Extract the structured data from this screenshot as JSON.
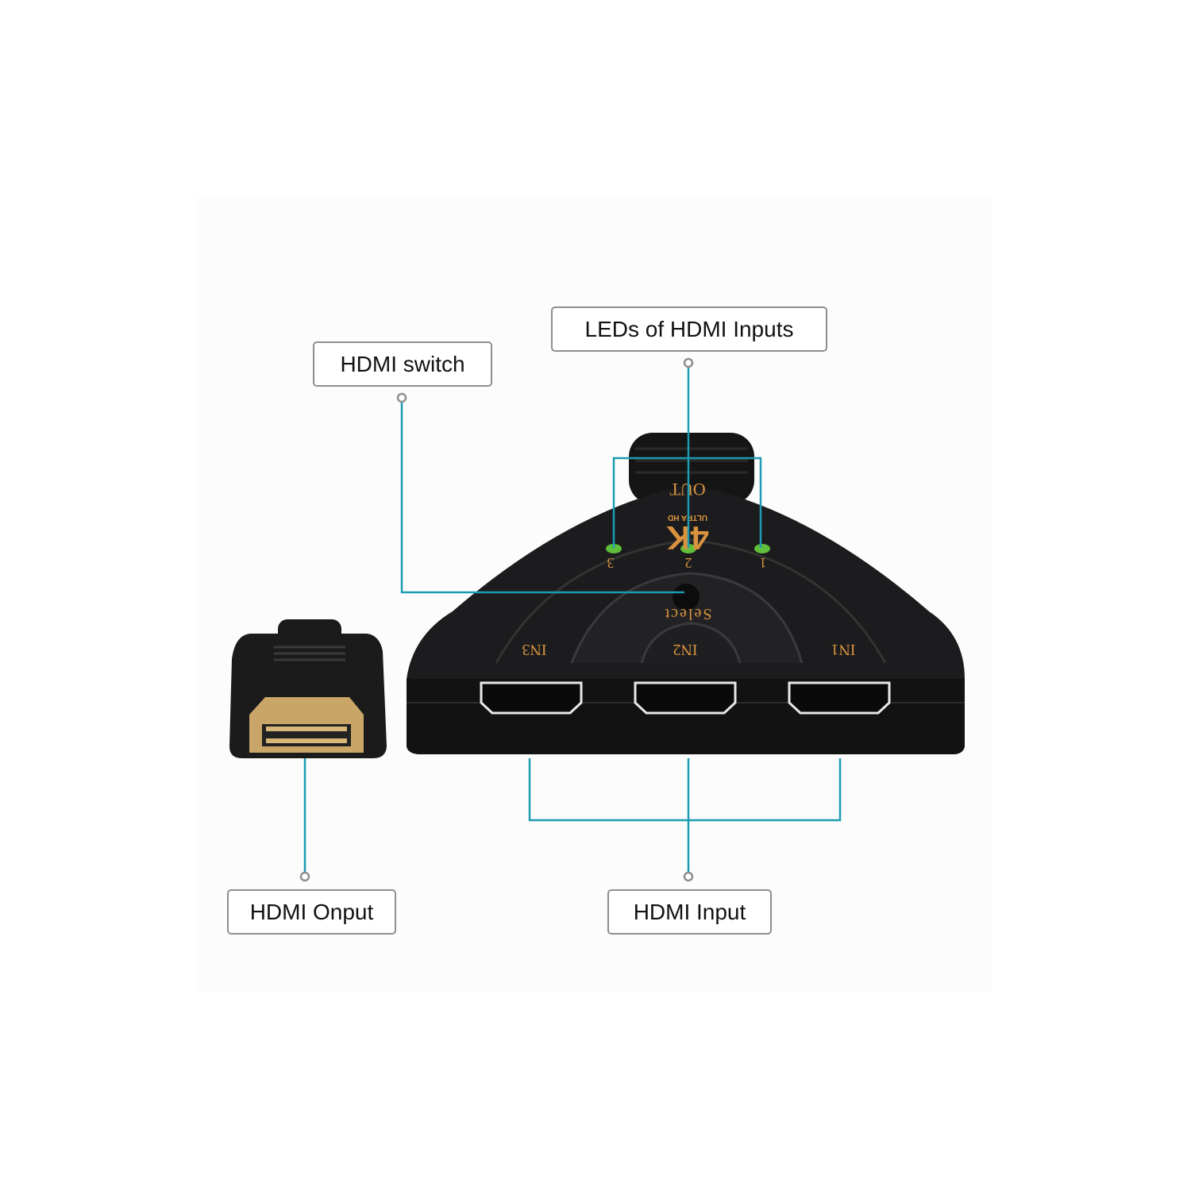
{
  "callouts": {
    "switch": "HDMI switch",
    "leds": "LEDs of HDMI Inputs",
    "output": "HDMI Onput",
    "input": "HDMI Input"
  },
  "device": {
    "out_label": "OUT",
    "brand_4k": "4K",
    "brand_sub": "ULTRA HD",
    "led_labels": [
      "3",
      "2",
      "1"
    ],
    "select_label": "Select",
    "port_labels": [
      "IN3",
      "IN2",
      "IN1"
    ]
  },
  "colors": {
    "callout_line": "#1c9bb3",
    "device_body": "#1c1c1e",
    "device_text": "#d9933f",
    "led": "#5fbf3a",
    "connector_gold": "#c9a567"
  }
}
